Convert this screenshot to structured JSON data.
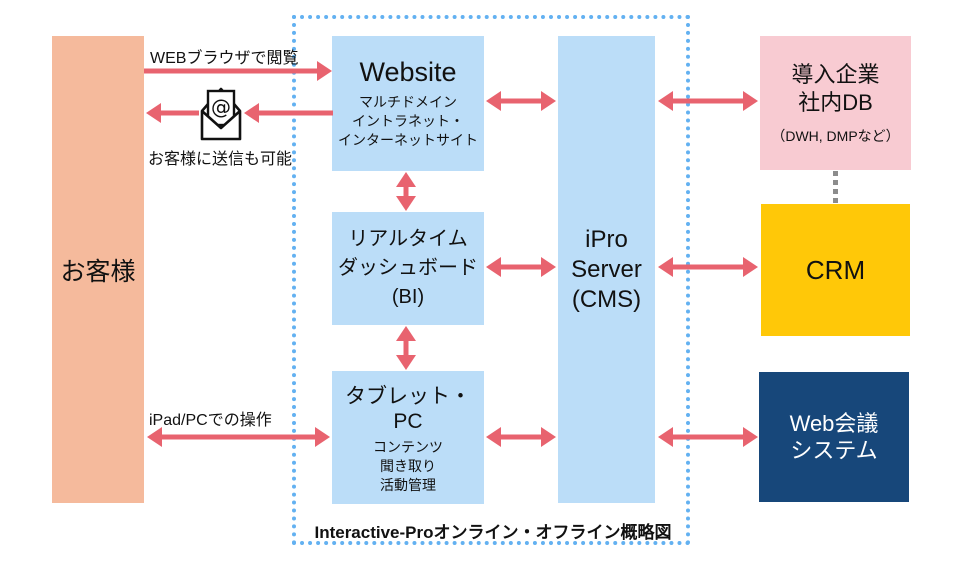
{
  "diagram": {
    "caption": "Interactive-Proオンライン・オフライン概略図",
    "nodes": {
      "customer": {
        "label": "お客様"
      },
      "website": {
        "title": "Website",
        "sub": [
          "マルチドメイン",
          "イントラネット・",
          "インターネットサイト"
        ]
      },
      "dashboard": {
        "lines": [
          "リアルタイム",
          "ダッシュボード",
          "(BI)"
        ]
      },
      "tablet": {
        "title": "タブレット・PC",
        "sub": [
          "コンテンツ",
          "聞き取り",
          "活動管理"
        ]
      },
      "ipro": {
        "lines": [
          "iPro",
          "Server",
          "(CMS)"
        ]
      },
      "db": {
        "title_lines": [
          "導入企業",
          "社内DB"
        ],
        "subtitle": "（DWH, DMPなど）"
      },
      "crm": {
        "label": "CRM"
      },
      "webconf": {
        "lines": [
          "Web会議",
          "システム"
        ]
      }
    },
    "labels": {
      "web_browse": "WEBブラウザで閲覧",
      "send_mail": "お客様に送信も可能",
      "ipad_ops": "iPad/PCでの操作"
    },
    "icons": {
      "email_at": "@"
    },
    "colors": {
      "customer_bg": "#F5BA9C",
      "module_bg": "#BBDDF8",
      "db_bg": "#F8CBD2",
      "crm_bg": "#FFC808",
      "webconf_bg": "#17477A",
      "arrow": "#E8636F",
      "boundary": "#63B1F1",
      "connector_gray": "#8C8C8C"
    }
  }
}
